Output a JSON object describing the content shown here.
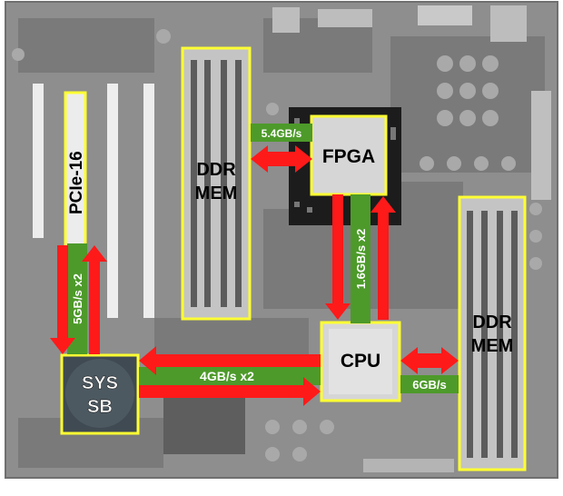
{
  "labels": {
    "pcie": "PCIe-16",
    "ddr_left_line1": "DDR",
    "ddr_left_line2": "MEM",
    "fpga": "FPGA",
    "cpu": "CPU",
    "ddr_right_line1": "DDR",
    "ddr_right_line2": "MEM",
    "sys_line1": "SYS",
    "sys_line2": "SB"
  },
  "links": {
    "fpga_ddr": "5.4GB/s",
    "cpu_fpga": "1.6GB/s x2",
    "pcie_sys": "5GB/s x2",
    "cpu_sys": "4GB/s x2",
    "cpu_ddr": "6GB/s"
  },
  "colors": {
    "board": "#8c8c8c",
    "highlight": "#ffff33",
    "arrow": "#ff1a1a",
    "link_band": "#4d9a2a",
    "chip": "#d6d6d6"
  }
}
